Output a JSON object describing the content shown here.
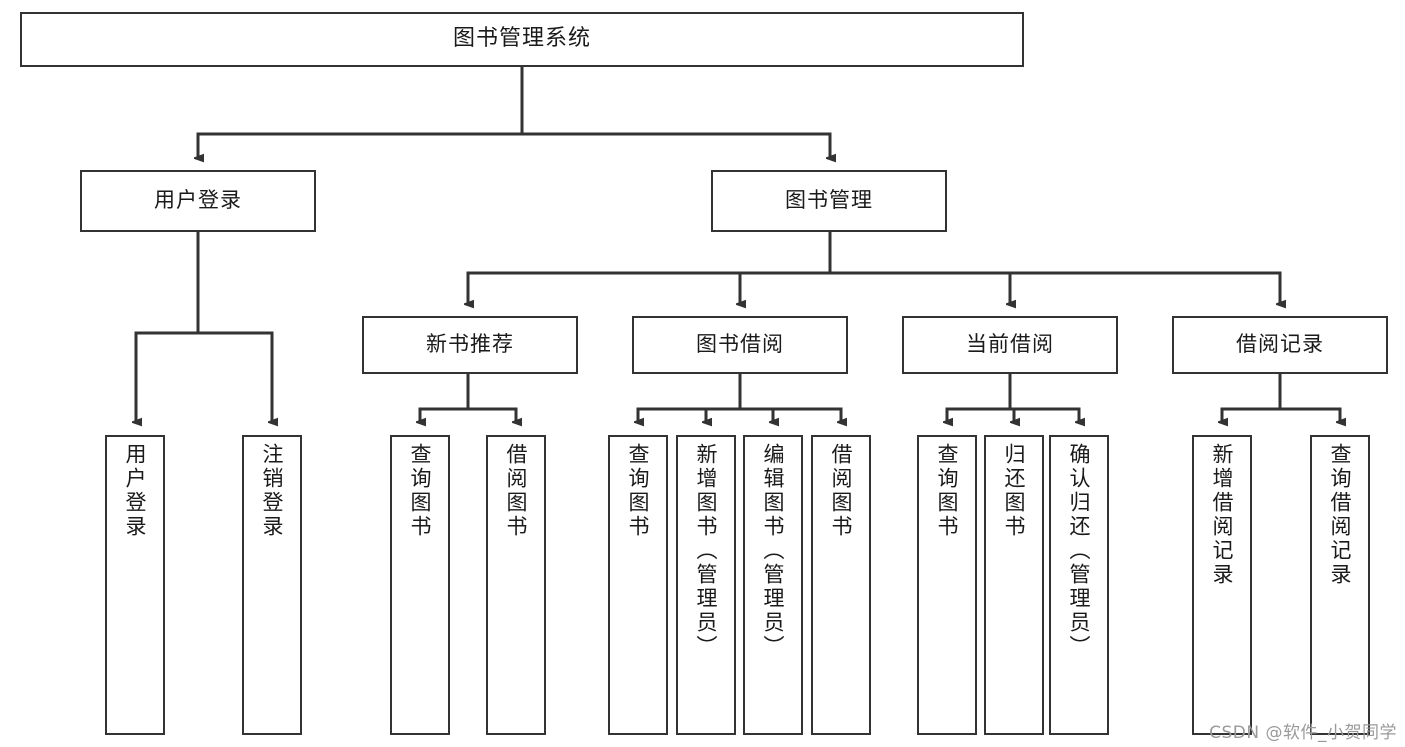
{
  "diagram": {
    "type": "tree",
    "title": "图书管理系统",
    "stroke_color": "#333333",
    "fill_color": "#ffffff",
    "text_color": "#1a1a1a",
    "root": {
      "label": "图书管理系统"
    },
    "level1": [
      {
        "label": "用户登录"
      },
      {
        "label": "图书管理"
      }
    ],
    "level2": [
      {
        "label": "新书推荐"
      },
      {
        "label": "图书借阅"
      },
      {
        "label": "当前借阅"
      },
      {
        "label": "借阅记录"
      }
    ],
    "leaves": {
      "user_login": [
        {
          "label": "用户登录"
        },
        {
          "label": "注销登录"
        }
      ],
      "new_book": [
        {
          "label": "查询图书"
        },
        {
          "label": "借阅图书"
        }
      ],
      "borrow_book": [
        {
          "label": "查询图书"
        },
        {
          "label": "新增图书（管理员）"
        },
        {
          "label": "编辑图书（管理员）"
        },
        {
          "label": "借阅图书"
        }
      ],
      "current_borrow": [
        {
          "label": "查询图书"
        },
        {
          "label": "归还图书"
        },
        {
          "label": "确认归还（管理员）"
        }
      ],
      "borrow_record": [
        {
          "label": "新增借阅记录"
        },
        {
          "label": "查询借阅记录"
        }
      ]
    }
  },
  "watermark": {
    "text": "CSDN @软件_小贺同学"
  }
}
